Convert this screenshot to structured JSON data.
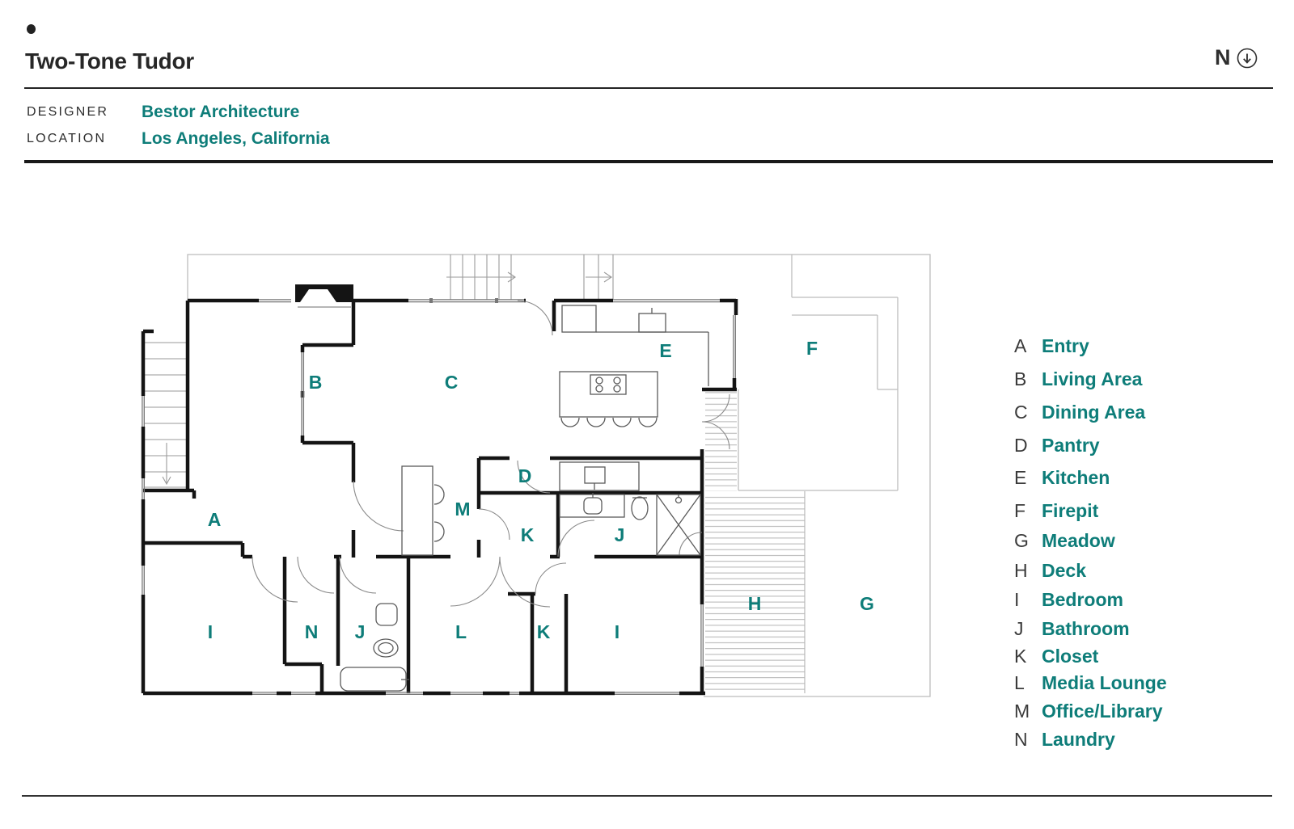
{
  "header": {
    "bullet": "",
    "title": "Two-Tone Tudor",
    "designer_label": "DESIGNER",
    "designer": "Bestor Architecture",
    "location_label": "LOCATION",
    "location": "Los Angeles, California"
  },
  "compass": {
    "label": "N",
    "icon": "circled-down-arrow"
  },
  "colors": {
    "accent_teal": "#0e7d79",
    "ink": "#2e2e2e",
    "wall_black": "#141414",
    "site_gray": "#bcbcbc"
  },
  "legend": {
    "items": [
      {
        "key": "A",
        "label": "Entry"
      },
      {
        "key": "B",
        "label": "Living Area"
      },
      {
        "key": "C",
        "label": "Dining Area"
      },
      {
        "key": "D",
        "label": "Pantry"
      },
      {
        "key": "E",
        "label": "Kitchen"
      },
      {
        "key": "F",
        "label": "Firepit"
      },
      {
        "key": "G",
        "label": "Meadow"
      },
      {
        "key": "H",
        "label": "Deck"
      },
      {
        "key": "I",
        "label": "Bedroom"
      },
      {
        "key": "J",
        "label": "Bathroom"
      },
      {
        "key": "K",
        "label": "Closet"
      },
      {
        "key": "L",
        "label": "Media Lounge"
      },
      {
        "key": "M",
        "label": "Office/Library"
      },
      {
        "key": "N",
        "label": "Laundry"
      }
    ]
  },
  "plan": {
    "labels": [
      "A",
      "B",
      "C",
      "D",
      "E",
      "F",
      "G",
      "H",
      "M",
      "K",
      "J",
      "I",
      "N",
      "J",
      "L",
      "K",
      "I"
    ]
  }
}
